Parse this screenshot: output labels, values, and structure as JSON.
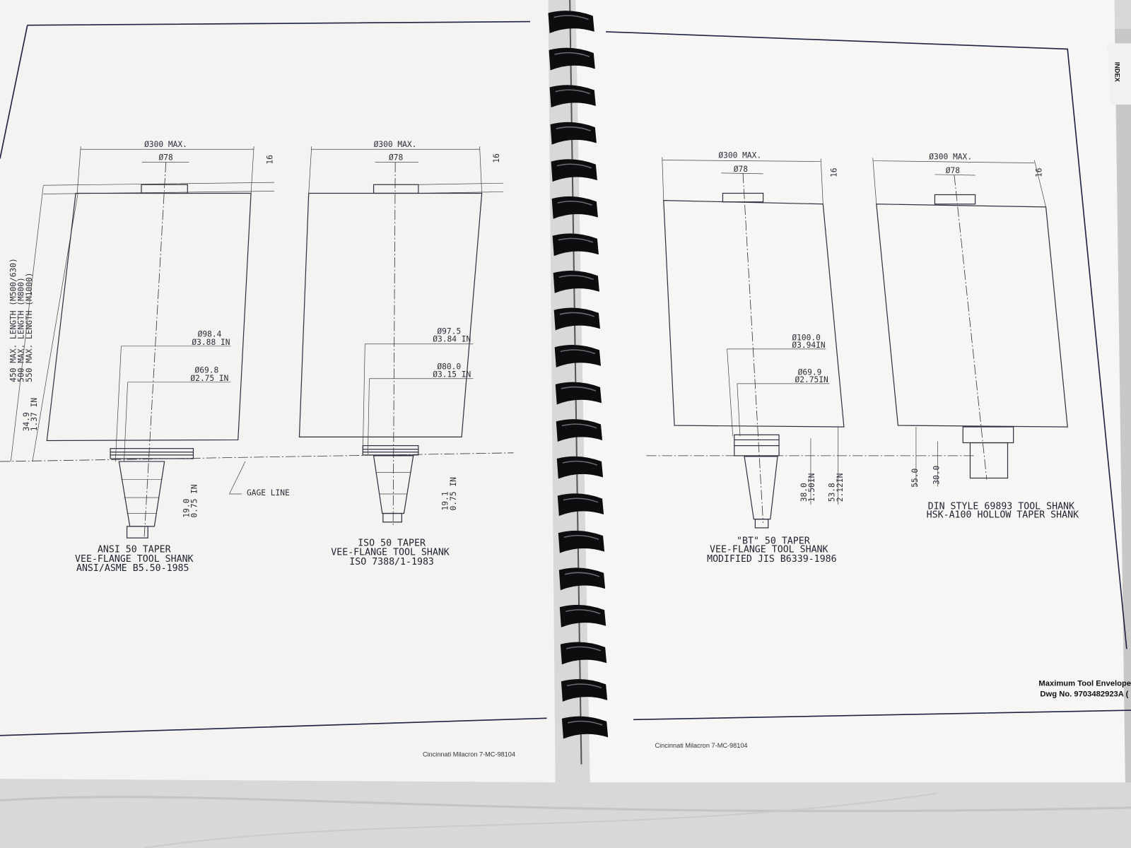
{
  "left_page": {
    "length_notes": [
      "450 MAX. LENGTH (M500/630)",
      "500 MAX. LENGTH (M800)",
      "550 MAX. LENGTH (M1000)"
    ],
    "left_dim": [
      "34.9",
      "1.37 IN"
    ],
    "gage_line": "GAGE LINE",
    "drawings": [
      {
        "max_dia": "Ø300 MAX.",
        "top_dia": "Ø78",
        "top_height": "16",
        "dia1": [
          "Ø98.4",
          "Ø3.88 IN"
        ],
        "dia2": [
          "Ø69.8",
          "Ø2.75 IN"
        ],
        "gage_dim": [
          "19.0",
          "0.75 IN"
        ],
        "caption": [
          "ANSI 50 TAPER",
          "VEE-FLANGE TOOL SHANK",
          "ANSI/ASME B5.50-1985"
        ]
      },
      {
        "max_dia": "Ø300 MAX.",
        "top_dia": "Ø78",
        "top_height": "16",
        "dia1": [
          "Ø97.5",
          "Ø3.84 IN"
        ],
        "dia2": [
          "Ø80.0",
          "Ø3.15 IN"
        ],
        "gage_dim": [
          "19.1",
          "0.75 IN"
        ],
        "caption": [
          "ISO 50 TAPER",
          "VEE-FLANGE TOOL SHANK",
          "ISO 7388/1-1983"
        ]
      }
    ],
    "footer": "Cincinnati Milacron  7-MC-98104"
  },
  "right_page": {
    "index_tab": "INDEX",
    "drawings": [
      {
        "max_dia": "Ø300 MAX.",
        "top_dia": "Ø78",
        "top_height": "16",
        "dia1": [
          "Ø100.0",
          "Ø3.94IN"
        ],
        "dia2": [
          "Ø69.9",
          "Ø2.75IN"
        ],
        "dim_a": [
          "38.0",
          "1.50IN"
        ],
        "dim_b": [
          "53.8",
          "2.12IN"
        ],
        "caption": [
          "\"BT\" 50 TAPER",
          "VEE-FLANGE TOOL SHANK",
          "MODIFIED JIS B6339-1986"
        ]
      },
      {
        "max_dia": "Ø300 MAX.",
        "top_dia": "Ø78",
        "top_height": "16",
        "dim_a": "55.0",
        "dim_b": "30.0",
        "caption": [
          "DIN STYLE 69893 TOOL SHANK",
          "HSK-A100 HOLLOW TAPER SHANK"
        ]
      }
    ],
    "title_block": [
      "Maximum Tool Envelope",
      "Dwg No. 9703482923A ("
    ],
    "footer": "Cincinnati Milacron  7-MC-98104"
  },
  "colors": {
    "paper": "#f4f4f2",
    "ink": "#2d3140",
    "frame": "#1d2340",
    "binding": "#0d0d10"
  }
}
